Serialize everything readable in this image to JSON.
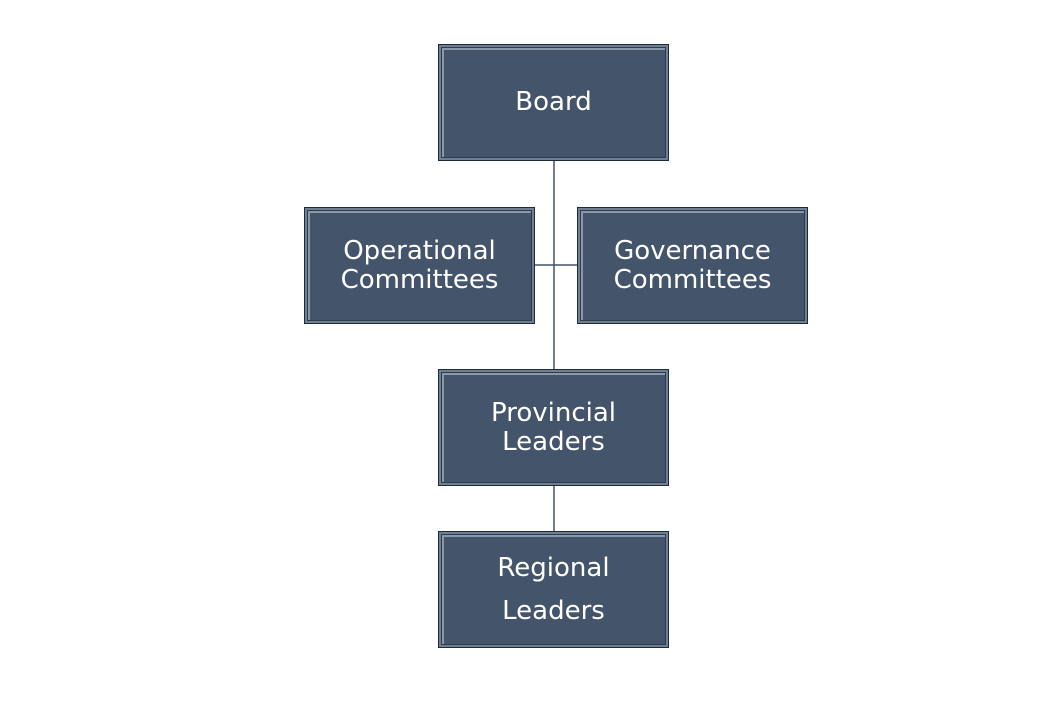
{
  "diagram": {
    "type": "org-chart",
    "colors": {
      "node_fill": "#44546a",
      "node_border": "#1f2a38",
      "node_text": "#ffffff",
      "connector": "#44546a"
    },
    "nodes": {
      "board": {
        "label": "Board"
      },
      "operational": {
        "label": "Operational\nCommittees"
      },
      "governance": {
        "label": "Governance\nCommittees"
      },
      "provincial": {
        "label": "Provincial\nLeaders"
      },
      "regional": {
        "label": "Regional\nLeaders"
      }
    },
    "edges": [
      {
        "from": "board",
        "to": "operational"
      },
      {
        "from": "board",
        "to": "governance"
      },
      {
        "from": "board",
        "to": "provincial"
      },
      {
        "from": "provincial",
        "to": "regional"
      }
    ]
  }
}
